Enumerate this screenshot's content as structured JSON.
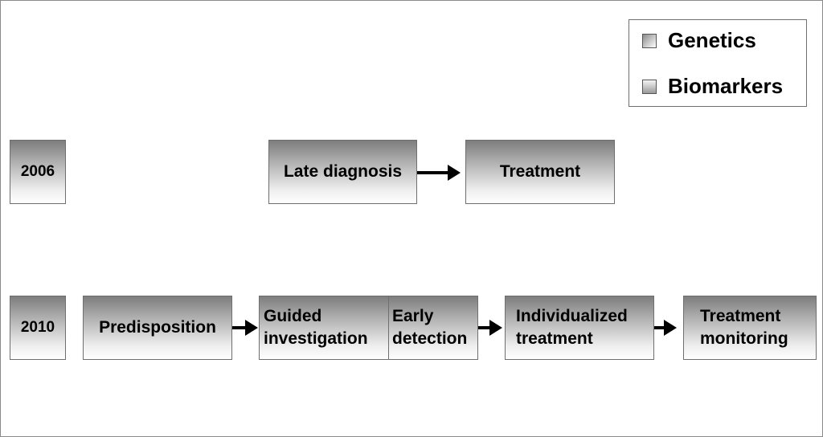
{
  "legend": {
    "items": [
      {
        "label": "Genetics"
      },
      {
        "label": "Biomarkers"
      }
    ]
  },
  "rows": {
    "row_2006": {
      "year": "2006",
      "steps": [
        "Late diagnosis",
        "Treatment"
      ]
    },
    "row_2010": {
      "year": "2010",
      "steps": [
        "Predisposition",
        "Guided\ninvestigation",
        "Early\ndetection",
        "Individualized\ntreatment",
        "Treatment\nmonitoring"
      ]
    }
  }
}
